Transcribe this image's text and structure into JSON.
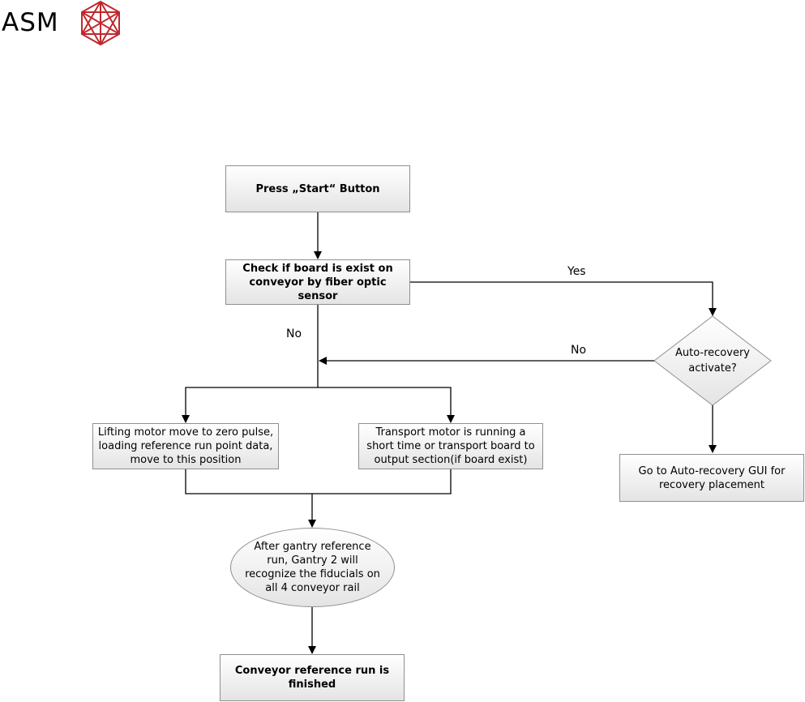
{
  "logo": {
    "text": "ASM",
    "icon": "asm-crystal-logo-icon",
    "color": "#c0282d"
  },
  "nodes": {
    "start": "Press „Start“ Button",
    "check_board": "Check if board is exist on conveyor by fiber optic sensor",
    "auto_recovery_decision": "Auto-recovery activate?",
    "auto_recovery_gui": "Go to Auto-recovery GUI for recovery placement",
    "lifting_motor": "Lifting motor move to zero pulse, loading reference run point data, move to this position",
    "transport_motor": "Transport motor is running a short time or transport board to output section(if board exist)",
    "gantry_recognize": "After gantry reference run, Gantry 2 will recognize the fiducials on all 4 conveyor rail",
    "finished": "Conveyor reference run is finished"
  },
  "edge_labels": {
    "yes": "Yes",
    "no_decision": "No",
    "no_check": "No"
  },
  "colors": {
    "node_border": "#8f8f8f",
    "node_fill_top": "#ffffff",
    "node_fill_bottom": "#e4e4e4",
    "connector": "#000000"
  }
}
